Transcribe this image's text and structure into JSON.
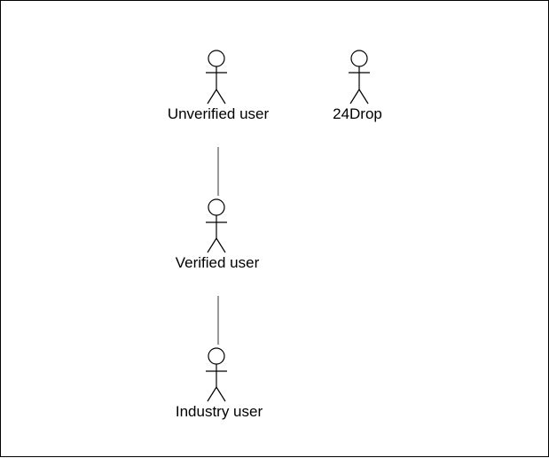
{
  "diagram": {
    "actors": [
      {
        "id": "unverified",
        "label": "Unverified user"
      },
      {
        "id": "drop24",
        "label": "24Drop"
      },
      {
        "id": "verified",
        "label": "Verified user"
      },
      {
        "id": "industry",
        "label": "Industry user"
      }
    ],
    "relations": [
      {
        "from": "unverified",
        "to": "verified",
        "type": "association"
      },
      {
        "from": "verified",
        "to": "industry",
        "type": "association"
      }
    ],
    "colors": {
      "stroke": "#000000",
      "background": "#ffffff"
    }
  }
}
